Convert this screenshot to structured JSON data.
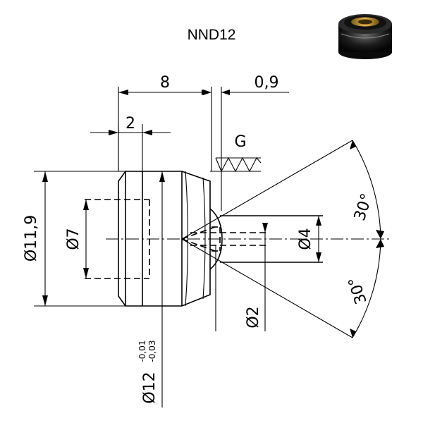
{
  "title": "NND12",
  "dimensions": {
    "length": "8",
    "gap": "0,9",
    "chamfer": "2",
    "outer_dia": "Ø11,9",
    "inner_dia": "Ø7",
    "pin_dia": "Ø4",
    "hole_dia": "Ø2",
    "shank_dia": "Ø12",
    "shank_tol_upper": "-0,01",
    "shank_tol_lower": "-0,03",
    "angle_upper": "30°",
    "angle_lower": "30°"
  },
  "surface_mark": "G",
  "colors": {
    "line": "#000000",
    "background": "#ffffff"
  }
}
